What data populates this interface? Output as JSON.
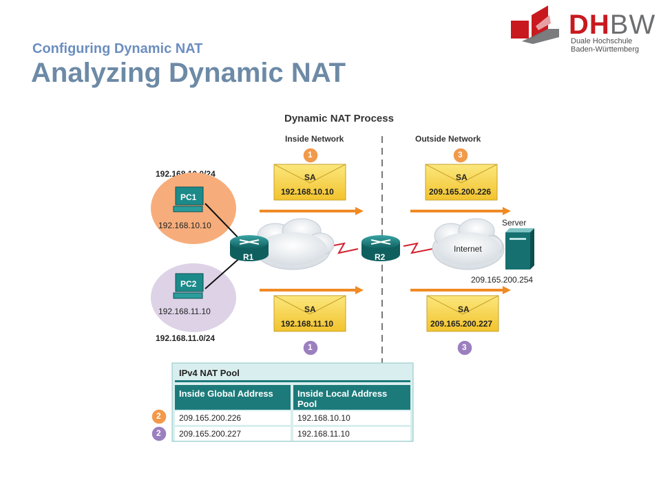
{
  "header": {
    "subtitle": "Configuring Dynamic NAT",
    "title": "Analyzing Dynamic NAT"
  },
  "logo": {
    "main_red": "DH",
    "main_gray": "BW",
    "line1": "Duale Hochschule",
    "line2": "Baden-Württemberg"
  },
  "diagram": {
    "title": "Dynamic NAT Process",
    "inside_label": "Inside Network",
    "outside_label": "Outside Network",
    "subnet_top": "192.168.10.0/24",
    "subnet_bottom": "192.168.11.0/24",
    "pc1": {
      "label": "PC1",
      "ip": "192.168.10.10"
    },
    "pc2": {
      "label": "PC2",
      "ip": "192.168.11.10"
    },
    "r1": "R1",
    "r2": "R2",
    "internet": "Internet",
    "server": {
      "label": "Server",
      "ip": "209.165.200.254"
    },
    "packets": [
      {
        "step": "1",
        "sa_label": "SA",
        "sa": "192.168.10.10"
      },
      {
        "step": "3",
        "sa_label": "SA",
        "sa": "209.165.200.226"
      },
      {
        "step": "1",
        "sa_label": "SA",
        "sa": "192.168.11.10"
      },
      {
        "step": "3",
        "sa_label": "SA",
        "sa": "209.165.200.227"
      }
    ]
  },
  "nat_pool": {
    "title": "IPv4 NAT Pool",
    "headers": [
      "Inside Global Address",
      "Inside Local Address Pool"
    ],
    "header_line1": "Inside Local Address",
    "header_line2": "Pool",
    "rows": [
      {
        "step": "2",
        "global": "209.165.200.226",
        "local": "192.168.10.10"
      },
      {
        "step": "2",
        "global": "209.165.200.227",
        "local": "192.168.11.10"
      }
    ]
  },
  "colors": {
    "title": "#6d8aa6",
    "step_orange": "#f2994a",
    "step_purple": "#9b7fbf",
    "teal": "#1d7a7a",
    "envelope": "#f6d552"
  }
}
